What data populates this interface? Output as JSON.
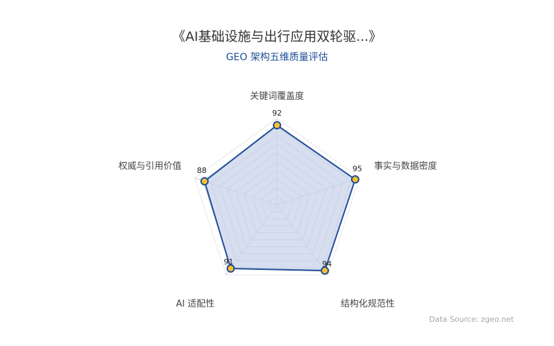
{
  "header": {
    "title": "《AI基础设施与出行应用双轮驱...》",
    "subtitle": "GEO 架构五维质量评估"
  },
  "footer": {
    "source": "Data Source: zgeo.net"
  },
  "colors": {
    "line": "#1f4e97",
    "fill": "#c9d3ea",
    "marker": "#f5c12e",
    "grid": "#c8cfde",
    "outer_ring": "#e6e6e6"
  },
  "chart_data": {
    "type": "radar",
    "title": "《AI基础设施与出行应用双轮驱...》",
    "subtitle": "GEO 架构五维质量评估",
    "indicators": [
      "关键词覆盖度",
      "事实与数据密度",
      "结构化规范性",
      "AI 适配性",
      "权威与引用价值"
    ],
    "values": [
      92,
      95,
      94,
      91,
      88
    ],
    "max": 100,
    "split_number": 10,
    "source": "Data Source: zgeo.net"
  }
}
